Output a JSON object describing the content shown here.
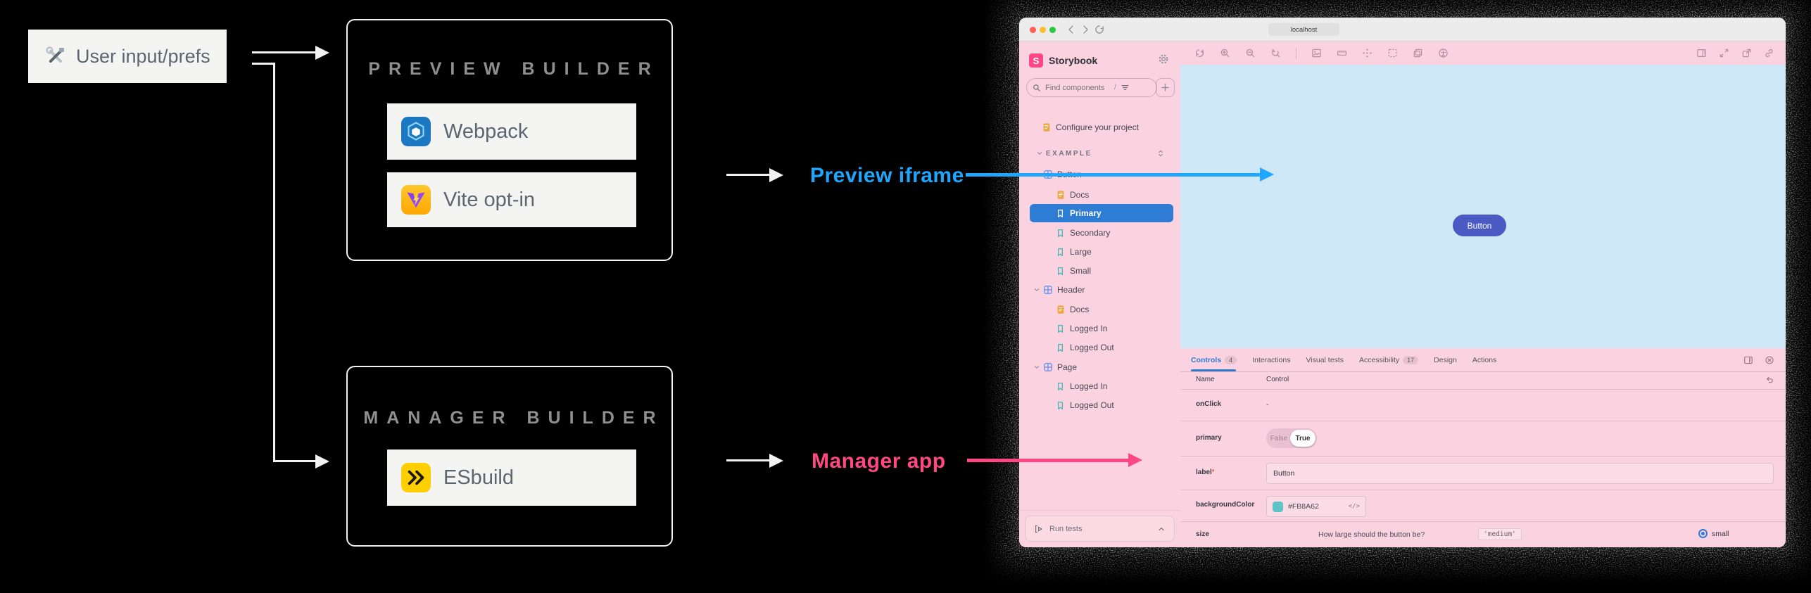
{
  "colors": {
    "accent_blue": "#1EA7FD",
    "accent_pink": "#FF4785",
    "selected_blue": "#2E7CD4",
    "preview_overlay_blue": "#CEE8F8",
    "manager_overlay_pink": "#FBD2DF",
    "story_button_bg": "#4A5AC2",
    "color_swatch": "#5FC4C6"
  },
  "diagram": {
    "user_input_label": "User input/prefs",
    "user_input_icon": "hammer-and-wrench-icon",
    "preview_builder": {
      "title": "PREVIEW BUILDER",
      "items": [
        {
          "icon": "webpack-logo",
          "label": "Webpack"
        },
        {
          "icon": "vite-logo",
          "label": "Vite opt-in"
        }
      ]
    },
    "manager_builder": {
      "title": "MANAGER BUILDER",
      "items": [
        {
          "icon": "esbuild-logo",
          "label": "ESbuild"
        }
      ]
    },
    "preview_arrow_label": "Preview iframe",
    "manager_arrow_label": "Manager app"
  },
  "window": {
    "chrome": {
      "address": "localhost",
      "traffic_lights": [
        "close",
        "minimize",
        "zoom"
      ],
      "nav_icons": [
        "back-arrow",
        "forward-arrow",
        "reload"
      ]
    },
    "toolbar": {
      "left_icons": [
        "remount-icon",
        "zoom-in-icon",
        "zoom-out-icon",
        "zoom-reset-icon",
        "backgrounds-icon",
        "measure-icon",
        "grid-icon",
        "outline-icon",
        "viewport-icon",
        "accessibility-icon"
      ],
      "right_icons": [
        "dock-icon",
        "fullscreen-icon",
        "open-new-tab-icon",
        "copy-link-icon"
      ]
    },
    "sidebar": {
      "brand": "Storybook",
      "search_placeholder": "Find components",
      "search_shortcut": "/",
      "tree": [
        {
          "label": "Configure your project",
          "type": "doc-link"
        },
        {
          "label": "EXAMPLE",
          "type": "section"
        },
        {
          "label": "Button",
          "type": "component"
        },
        {
          "label": "Docs",
          "type": "doc"
        },
        {
          "label": "Primary",
          "type": "story",
          "selected": true
        },
        {
          "label": "Secondary",
          "type": "story"
        },
        {
          "label": "Large",
          "type": "story"
        },
        {
          "label": "Small",
          "type": "story"
        },
        {
          "label": "Header",
          "type": "component"
        },
        {
          "label": "Docs",
          "type": "doc"
        },
        {
          "label": "Logged In",
          "type": "story"
        },
        {
          "label": "Logged Out",
          "type": "story"
        },
        {
          "label": "Page",
          "type": "component"
        },
        {
          "label": "Logged In",
          "type": "story"
        },
        {
          "label": "Logged Out",
          "type": "story"
        }
      ],
      "run_tests_label": "Run tests"
    },
    "preview": {
      "button_label": "Button"
    },
    "panel": {
      "tabs": [
        {
          "label": "Controls",
          "badge": "4",
          "active": true
        },
        {
          "label": "Interactions"
        },
        {
          "label": "Visual tests"
        },
        {
          "label": "Accessibility",
          "badge": "17"
        },
        {
          "label": "Design"
        },
        {
          "label": "Actions"
        }
      ],
      "columns": {
        "name": "Name",
        "control": "Control"
      },
      "rows": {
        "onClick": {
          "name": "onClick",
          "value": "-"
        },
        "primary": {
          "name": "primary",
          "false_label": "False",
          "true_label": "True",
          "value": "True"
        },
        "label": {
          "name": "label",
          "required_mark": "*",
          "value": "Button"
        },
        "backgroundColor": {
          "name": "backgroundColor",
          "value": "#FB8A62"
        },
        "size": {
          "name": "size",
          "description": "How large should the button be?",
          "default_value": "'medium'",
          "option": "small",
          "option_selected": true
        }
      }
    }
  }
}
